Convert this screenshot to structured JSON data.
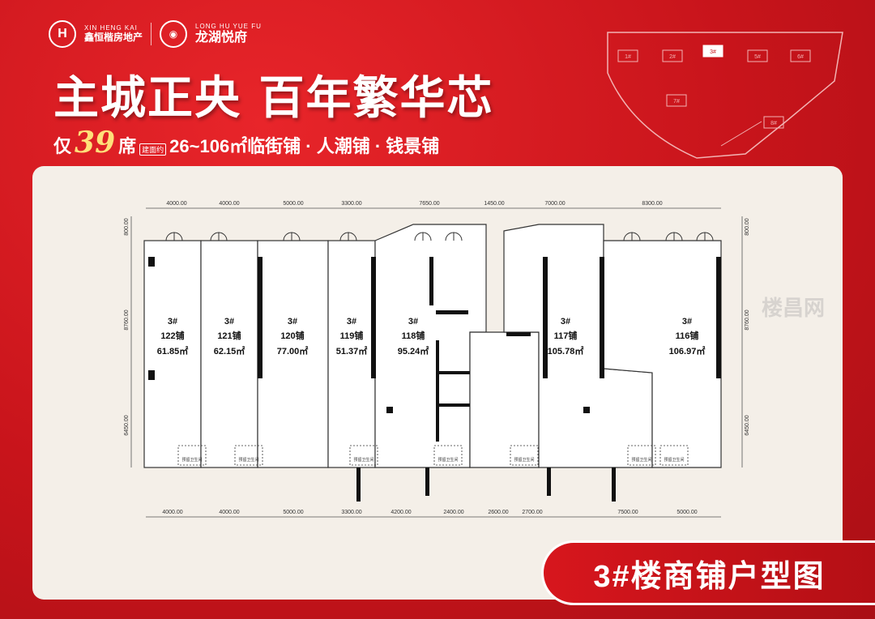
{
  "brand": {
    "developer_en": "XIN HENG KAI",
    "developer_cn": "鑫恒楷房地产",
    "project_en": "LONG HU YUE FU",
    "project_cn": "龙湖悦府"
  },
  "headline": "主城正央 百年繁华芯",
  "subline": {
    "prefix": "仅",
    "count": "39",
    "seats": "席",
    "about": "建面约",
    "detail": "26~106㎡临街铺 · 人潮铺 · 钱景铺"
  },
  "keymap_labels": [
    "1#",
    "2#",
    "3#",
    "5#",
    "6#",
    "7#",
    "8#"
  ],
  "dims_top": [
    "4000.00",
    "4000.00",
    "5000.00",
    "3300.00",
    "7650.00",
    "1450.00",
    "7000.00",
    "8300.00"
  ],
  "dims_bottom": [
    "4000.00",
    "4000.00",
    "5000.00",
    "3300.00",
    "4200.00",
    "2400.00",
    "2600.00",
    "2700.00",
    "7500.00",
    "5000.00"
  ],
  "dims_left": [
    "800.00",
    "8760.00",
    "6450.00"
  ],
  "dims_right": [
    "800.00",
    "8760.00",
    "6450.00"
  ],
  "shops": [
    {
      "bldg": "3#",
      "name": "122铺",
      "area": "61.85㎡"
    },
    {
      "bldg": "3#",
      "name": "121铺",
      "area": "62.15㎡"
    },
    {
      "bldg": "3#",
      "name": "120铺",
      "area": "77.00㎡"
    },
    {
      "bldg": "3#",
      "name": "119铺",
      "area": "51.37㎡"
    },
    {
      "bldg": "3#",
      "name": "118铺",
      "area": "95.24㎡"
    },
    {
      "bldg": "3#",
      "name": "117铺",
      "area": "105.78㎡"
    },
    {
      "bldg": "3#",
      "name": "116铺",
      "area": "106.97㎡"
    }
  ],
  "toilet_label": "预留卫生间",
  "watermark": "楼昌网",
  "title_tag": "3#楼商铺户型图",
  "colors": {
    "red": "#c8141b",
    "panel": "#f4efe8",
    "gold": "#ffe07a",
    "wall": "#111111"
  }
}
